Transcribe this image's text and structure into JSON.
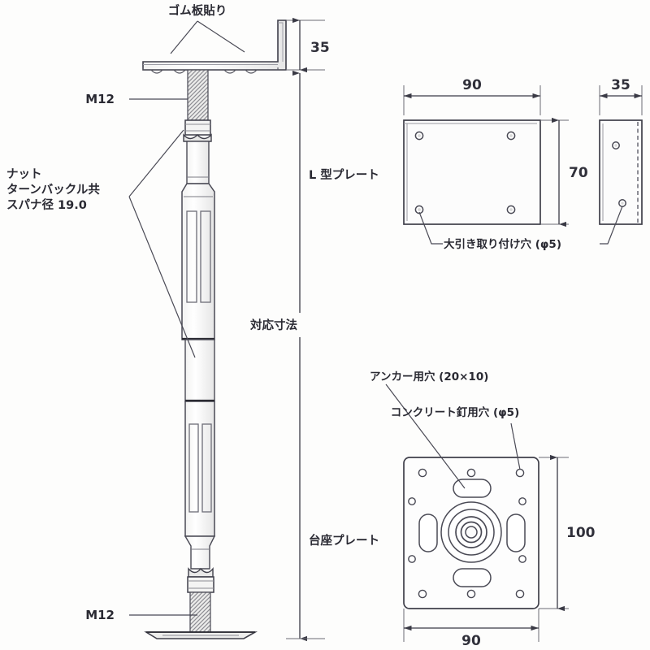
{
  "drawing": {
    "title_hidden": "",
    "background": "#fdfdfc",
    "line_color": "#4a4a55",
    "text_color": "#2a2a33"
  },
  "labels": {
    "rubber_sheet": "ゴム板貼り",
    "thread_top": "M12",
    "thread_bottom": "M12",
    "nut_line1": "ナット",
    "nut_line2": "ターンバックル共",
    "nut_line3": "スパナ径 19.0",
    "l_plate": "L 型プレート",
    "span_dim": "対応寸法",
    "base_plate": "台座プレート",
    "joist_hole": "大引き取り付け穴 (φ5)",
    "anchor_hole": "アンカー用穴 (20×10)",
    "concrete_nail_hole": "コンクリート釘用穴 (φ5)"
  },
  "dimensions": {
    "l_plate_height": "35",
    "l_plate_width": "90",
    "l_plate_depth": "35",
    "l_plate_face_height": "70",
    "base_plate_width": "90",
    "base_plate_height": "100"
  },
  "views": {
    "main_elevation": "adjustable floor support post elevation",
    "l_plate_front": "L-plate front view",
    "l_plate_side": "L-plate side view",
    "base_plate_plan": "base plate plan view"
  }
}
